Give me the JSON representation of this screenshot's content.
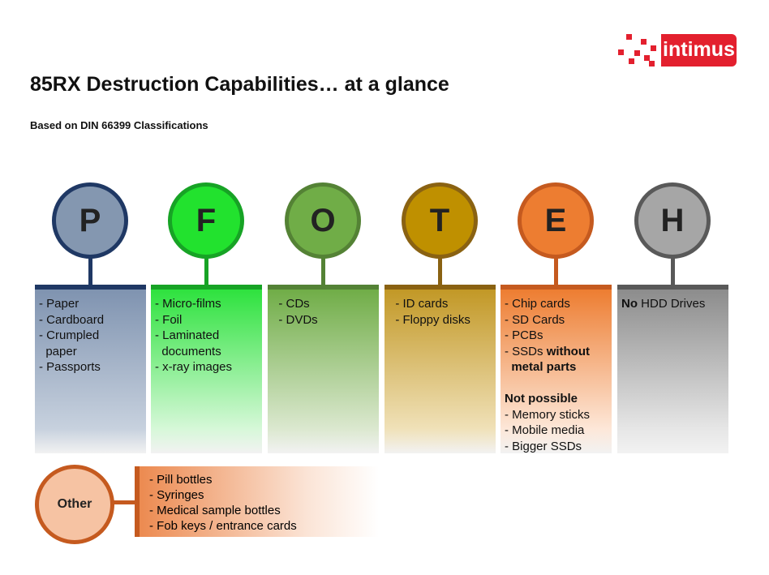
{
  "logo": "intimus",
  "title": "85RX Destruction Capabilities… at a glance",
  "subtitle": "Based on DIN 66399 Classifications",
  "columns": [
    {
      "letter": "P",
      "color": "#1f3864",
      "items": [
        "- Paper",
        "- Cardboard",
        "- Crumpled",
        "  paper",
        "- Passports"
      ]
    },
    {
      "letter": "F",
      "color": "#17a325",
      "items": [
        "- Micro-films",
        "- Foil",
        "- Laminated",
        "  documents",
        "- x-ray images"
      ]
    },
    {
      "letter": "O",
      "color": "#548235",
      "items": [
        "  - CDs",
        "  - DVDs"
      ]
    },
    {
      "letter": "T",
      "color": "#8a6212",
      "items": [
        "  - ID cards",
        "  - Floppy disks"
      ]
    },
    {
      "letter": "E",
      "color": "#c55a1f",
      "items": [
        "- Chip cards",
        "- SD Cards",
        "- PCBs",
        "- SSDs without",
        "  metal parts",
        "",
        "Not possible",
        "- Memory sticks",
        "- Mobile media",
        "- Bigger SSDs"
      ]
    },
    {
      "letter": "H",
      "color": "#595959",
      "items": [
        "No HDD Drives"
      ]
    }
  ],
  "other": {
    "label": "Other",
    "items": [
      "- Pill bottles",
      "- Syringes",
      "- Medical sample bottles",
      "- Fob keys / entrance cards"
    ]
  }
}
